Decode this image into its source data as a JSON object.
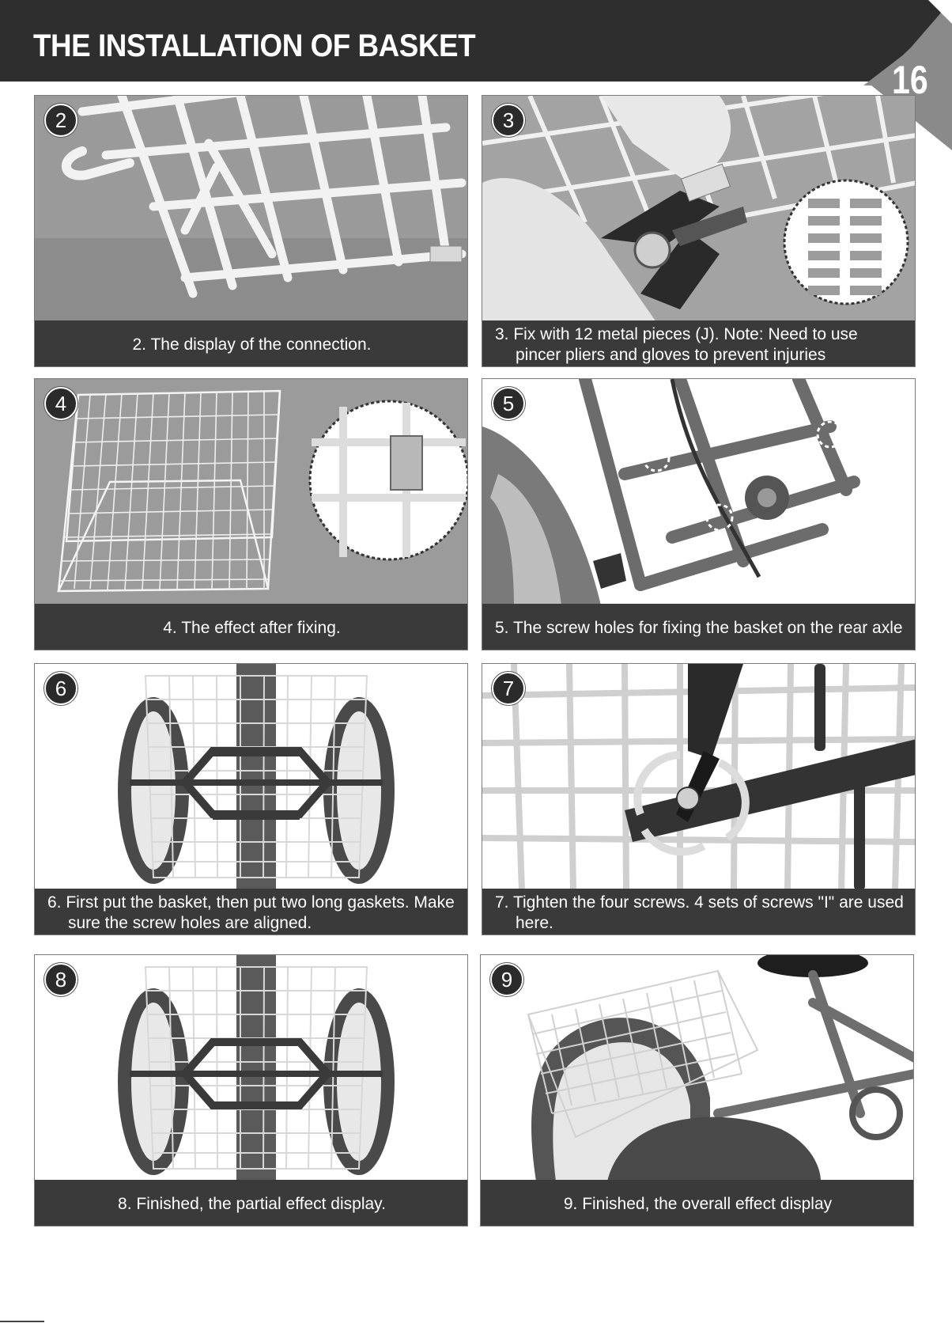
{
  "header": {
    "title": "THE INSTALLATION OF BASKET",
    "page_number": "16"
  },
  "colors": {
    "header_bg": "#2e2e2e",
    "caption_bg": "#3a3a3a",
    "tab_gray": "#8a8a8a"
  },
  "steps": [
    {
      "number": "2",
      "caption": "2. The display of the connection.",
      "image": "basket-connection-closeup"
    },
    {
      "number": "3",
      "caption": "3. Fix with 12 metal pieces (J). Note: Need to use pincer pliers and gloves to prevent injuries",
      "image": "pliers-fixing-metal-pieces"
    },
    {
      "number": "4",
      "caption": "4. The effect after fixing.",
      "image": "assembled-basket"
    },
    {
      "number": "5",
      "caption": "5. The screw holes for fixing the basket on the rear axle",
      "image": "rear-axle-screw-holes"
    },
    {
      "number": "6",
      "caption": "6. First put the basket, then put two long gaskets. Make sure the screw holes are aligned.",
      "image": "basket-on-frame-top-view"
    },
    {
      "number": "7",
      "caption": "7. Tighten the four screws. 4 sets of screws \"I\" are used here.",
      "image": "tightening-screws"
    },
    {
      "number": "8",
      "caption": "8. Finished, the partial effect display.",
      "image": "basket-installed-top-view"
    },
    {
      "number": "9",
      "caption": "9. Finished, the overall effect display",
      "image": "tricycle-with-basket"
    }
  ]
}
